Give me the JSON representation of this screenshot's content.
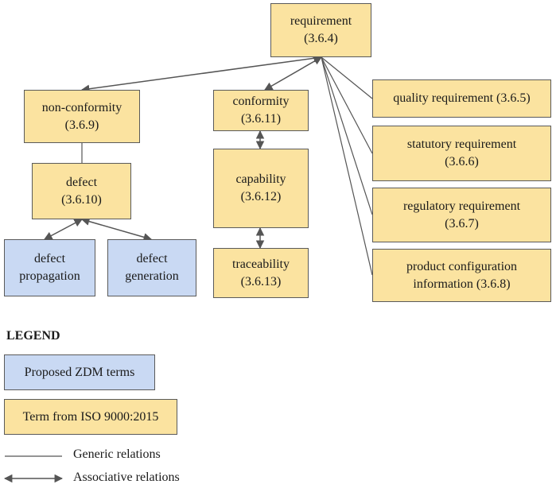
{
  "nodes": {
    "requirement": {
      "label": "requirement",
      "code": "(3.6.4)",
      "kind": "iso"
    },
    "nonconformity": {
      "label": "non-conformity",
      "code": "(3.6.9)",
      "kind": "iso"
    },
    "defect": {
      "label": "defect",
      "code": "(3.6.10)",
      "kind": "iso"
    },
    "defect_propagation": {
      "label": "defect",
      "code": "propagation",
      "kind": "zdm"
    },
    "defect_generation": {
      "label": "defect",
      "code": "generation",
      "kind": "zdm"
    },
    "conformity": {
      "label": "conformity",
      "code": "(3.6.11)",
      "kind": "iso"
    },
    "capability": {
      "label": "capability",
      "code": "(3.6.12)",
      "kind": "iso"
    },
    "traceability": {
      "label": "traceability",
      "code": "(3.6.13)",
      "kind": "iso"
    },
    "quality": {
      "label": "quality requirement (3.6.5)",
      "kind": "iso"
    },
    "statutory": {
      "label": "statutory requirement",
      "code": "(3.6.6)",
      "kind": "iso"
    },
    "regulatory": {
      "label": "regulatory requirement",
      "code": "(3.6.7)",
      "kind": "iso"
    },
    "product_config": {
      "label": "product configuration",
      "code": "information (3.6.8)",
      "kind": "iso"
    }
  },
  "relations": [
    {
      "from": "requirement",
      "to": "nonconformity",
      "type": "associative"
    },
    {
      "from": "requirement",
      "to": "conformity",
      "type": "associative"
    },
    {
      "from": "requirement",
      "to": "quality",
      "type": "generic"
    },
    {
      "from": "requirement",
      "to": "statutory",
      "type": "generic"
    },
    {
      "from": "requirement",
      "to": "regulatory",
      "type": "generic"
    },
    {
      "from": "requirement",
      "to": "product_config",
      "type": "generic"
    },
    {
      "from": "nonconformity",
      "to": "defect",
      "type": "generic"
    },
    {
      "from": "defect",
      "to": "defect_propagation",
      "type": "associative"
    },
    {
      "from": "defect",
      "to": "defect_generation",
      "type": "associative"
    },
    {
      "from": "conformity",
      "to": "capability",
      "type": "associative"
    },
    {
      "from": "capability",
      "to": "traceability",
      "type": "associative"
    }
  ],
  "legend": {
    "title": "LEGEND",
    "zdm_label": "Proposed ZDM terms",
    "iso_label": "Term from ISO 9000:2015",
    "generic_label": "Generic relations",
    "associative_label": "Associative relations"
  },
  "colors": {
    "iso_fill": "#fbe3a0",
    "zdm_fill": "#c9d9f3",
    "line": "#555555"
  }
}
